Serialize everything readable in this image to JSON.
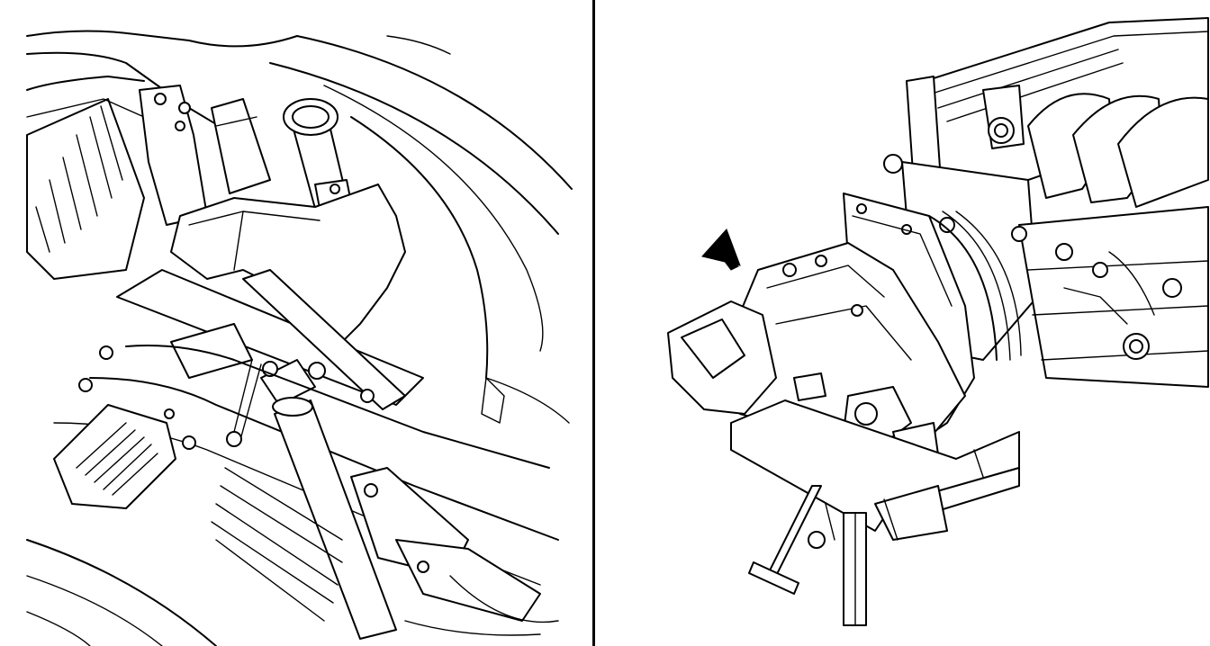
{
  "figure": {
    "panels": [
      {
        "id": "left",
        "subject": "transaxle-removal-support-bar-under-vehicle"
      },
      {
        "id": "right",
        "subject": "transaxle-separated-from-engine-on-jack"
      }
    ],
    "colors": {
      "ink": "#000000",
      "paper": "#ffffff"
    },
    "icons": [
      "direction-arrow-icon"
    ]
  }
}
